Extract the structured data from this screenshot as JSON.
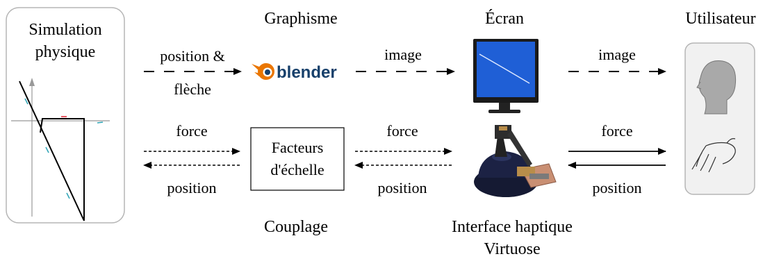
{
  "nodes": {
    "simulation": {
      "line1": "Simulation",
      "line2": "physique"
    },
    "graphisme": "Graphisme",
    "ecran": "Écran",
    "utilisateur": "Utilisateur",
    "couplage": "Couplage",
    "facteurs": {
      "line1": "Facteurs",
      "line2": "d'échelle"
    },
    "interface": {
      "line1": "Interface haptique",
      "line2": "Virtuose"
    },
    "blender_logo": "blender"
  },
  "edges": {
    "position_fleche": {
      "line1": "position &",
      "line2": "flèche"
    },
    "image_1": "image",
    "image_2": "image",
    "force_1": "force",
    "position_1": "position",
    "force_2": "force",
    "position_2": "position",
    "force_3": "force",
    "position_3": "position"
  },
  "colors": {
    "box_stroke": "#b5b5b5",
    "monitor_screen": "#1f5fd6",
    "blender_orange": "#ea7600",
    "blender_blue": "#17406b",
    "haptic_body": "#151a33"
  }
}
